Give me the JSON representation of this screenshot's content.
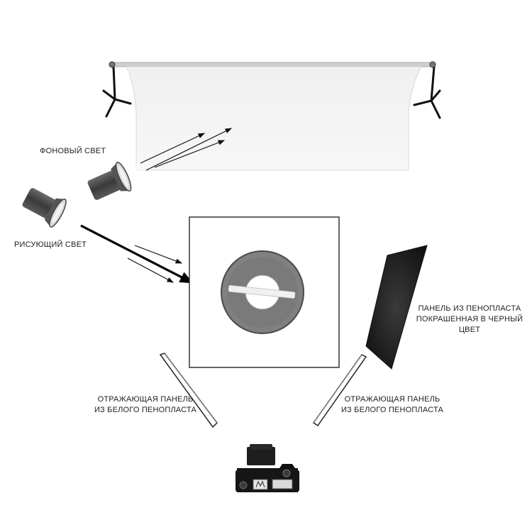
{
  "labels": {
    "background_light": "ФОНОВЫЙ СВЕТ",
    "key_light": "РИСУЮЩИЙ СВЕТ",
    "black_panel": [
      "ПАНЕЛЬ ИЗ ПЕНОПЛАСТА",
      "ПОКРАШЕННАЯ В ЧЕРНЫЙ",
      "ЦВЕТ"
    ],
    "left_reflector": [
      "ОТРАЖАЮЩАЯ ПАНЕЛЬ",
      "ИЗ БЕЛОГО ПЕНОПЛАСТА"
    ],
    "right_reflector": [
      "ОТРАЖАЮЩАЯ ПАНЕЛЬ",
      "ИЗ БЕЛОГО ПЕНОПЛАСТА"
    ]
  },
  "colors": {
    "backdrop": "#f4f4f4",
    "black_panel": "#1a1a1a",
    "lamp_body": "#4a4a4a",
    "plate": "#7a7a7a",
    "arrow": "#111111"
  },
  "icons": [
    "backdrop-stand-icon",
    "lamp-icon",
    "camera-icon",
    "plate-icon"
  ]
}
